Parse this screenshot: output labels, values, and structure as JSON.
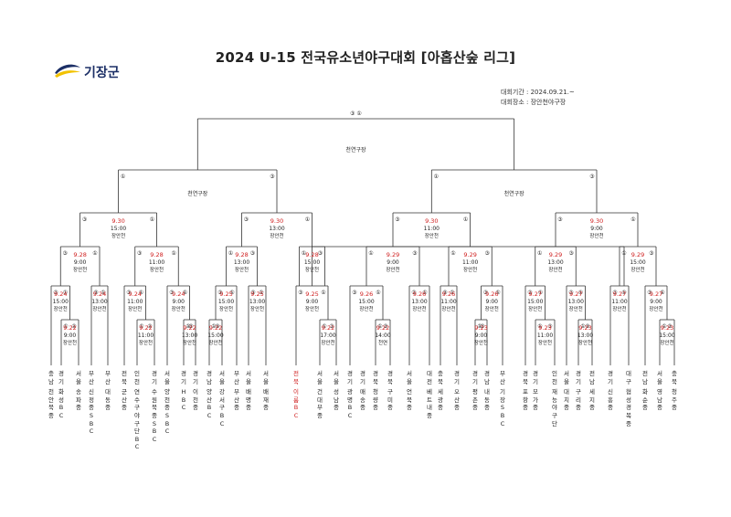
{
  "title": "2024 U-15 전국유소년야구대회 [아홉산숲 리그]",
  "logo": {
    "text": "기장군",
    "icon": "gijang-logo-icon"
  },
  "info": {
    "period": "대회기간 : 2024.09.21.~",
    "venue": "대회장소 : 장안천야구장"
  },
  "colors": {
    "date": "#d02020",
    "line": "#333333",
    "text": "#222222"
  },
  "venue_labels": {
    "final": "천연구장",
    "semi_left": "천연구장",
    "semi_right": "천연구장"
  },
  "final_marks": {
    "left": "③",
    "right": "①"
  },
  "teams": [
    {
      "region": "충남",
      "name": "천안북중",
      "red": false
    },
    {
      "region": "경기",
      "name": "화성BC",
      "red": false
    },
    {
      "region": "서울",
      "name": "송파중",
      "red": false
    },
    {
      "region": "부산",
      "name": "신정중SBC",
      "red": false
    },
    {
      "region": "부산",
      "name": "대동중",
      "red": false
    },
    {
      "region": "전북",
      "name": "군산중",
      "red": false
    },
    {
      "region": "인천",
      "name": "연수구야구단BC",
      "red": false
    },
    {
      "region": "경기",
      "name": "수원북중SBC",
      "red": false
    },
    {
      "region": "서울",
      "name": "양천중SBC",
      "red": false
    },
    {
      "region": "경기",
      "name": "HBC",
      "red": false
    },
    {
      "region": "경기",
      "name": "이천중",
      "red": false
    },
    {
      "region": "경남",
      "name": "양산BC",
      "red": false
    },
    {
      "region": "서울",
      "name": "강서구BC",
      "red": false
    },
    {
      "region": "부산",
      "name": "부산중",
      "red": false
    },
    {
      "region": "서울",
      "name": "배명중",
      "red": false
    },
    {
      "region": "서울",
      "name": "배재중",
      "red": false
    },
    {
      "region": "전북",
      "name": "이룸BC",
      "red": true
    },
    {
      "region": "서울",
      "name": "건대부중",
      "red": false
    },
    {
      "region": "서울",
      "name": "성남중",
      "red": false
    },
    {
      "region": "경기",
      "name": "광명BC",
      "red": false
    },
    {
      "region": "경기",
      "name": "매송중",
      "red": false
    },
    {
      "region": "경북",
      "name": "청량중",
      "red": false
    },
    {
      "region": "경북",
      "name": "구미중",
      "red": false
    },
    {
      "region": "서울",
      "name": "언북중",
      "red": false
    },
    {
      "region": "대전",
      "name": "베트내중",
      "red": false
    },
    {
      "region": "충북",
      "name": "세광중",
      "red": false
    },
    {
      "region": "경기",
      "name": "오산중",
      "red": false
    },
    {
      "region": "경기",
      "name": "평촌중",
      "red": false
    },
    {
      "region": "경남",
      "name": "내동중",
      "red": false
    },
    {
      "region": "부산",
      "name": "기장SBC",
      "red": false
    },
    {
      "region": "경북",
      "name": "포항중",
      "red": false
    },
    {
      "region": "경기",
      "name": "모가중",
      "red": false
    },
    {
      "region": "인천",
      "name": "재능야구단",
      "red": false
    },
    {
      "region": "서울",
      "name": "대치중",
      "red": false
    },
    {
      "region": "경기",
      "name": "구리중",
      "red": false
    },
    {
      "region": "전남",
      "name": "세지중",
      "red": false
    },
    {
      "region": "경기",
      "name": "신흥중",
      "red": false
    },
    {
      "region": "대구",
      "name": "협성경복중",
      "red": false
    },
    {
      "region": "전남",
      "name": "화순중",
      "red": false
    },
    {
      "region": "서울",
      "name": "영남중",
      "red": false
    },
    {
      "region": "충북",
      "name": "청주중",
      "red": false
    }
  ],
  "matches": [
    {
      "id": "r1a",
      "date": "9.22",
      "time": "9:00",
      "venue": "장안천",
      "marks": [
        "①",
        "②"
      ]
    },
    {
      "id": "r1b",
      "date": "9.22",
      "time": "11:00",
      "venue": "장안천",
      "marks": [
        "①",
        "②"
      ]
    },
    {
      "id": "r1c",
      "date": "9.22",
      "time": "13:00",
      "venue": "장안천",
      "marks": [
        "①",
        "③"
      ]
    },
    {
      "id": "r1d",
      "date": "9.22",
      "time": "15:00",
      "venue": "장안천",
      "marks": [
        "①",
        "③"
      ]
    },
    {
      "id": "r1e",
      "date": "9.22",
      "time": "17:00",
      "venue": "장안천",
      "marks": [
        "①",
        "③"
      ]
    },
    {
      "id": "r1f",
      "date": "9.22",
      "time": "14:00",
      "venue": "천연",
      "marks": [
        "①",
        "③"
      ]
    },
    {
      "id": "r1g",
      "date": "9.23",
      "time": "9:00",
      "venue": "장안천",
      "marks": [
        "①",
        "③"
      ]
    },
    {
      "id": "r1h",
      "date": "9.23",
      "time": "11:00",
      "venue": "장안천",
      "marks": [
        "①",
        "③"
      ]
    },
    {
      "id": "r1i",
      "date": "9.23",
      "time": "13:00",
      "venue": "장안천",
      "marks": [
        "①",
        "③"
      ]
    },
    {
      "id": "r1j",
      "date": "9.23",
      "time": "15:00",
      "venue": "장안천",
      "marks": [
        "①",
        "③"
      ]
    },
    {
      "id": "r2a",
      "date": "9.24",
      "time": "15:00",
      "venue": "장안천",
      "marks": [
        "③",
        "①"
      ]
    },
    {
      "id": "r2b",
      "date": "9.24",
      "time": "13:00",
      "venue": "장안천",
      "marks": [
        "③",
        "①"
      ]
    },
    {
      "id": "r2c",
      "date": "9.24",
      "time": "11:00",
      "venue": "장안천",
      "marks": [
        "③",
        "①"
      ]
    },
    {
      "id": "r2d",
      "date": "9.24",
      "time": "9:00",
      "venue": "장안천",
      "marks": [
        "③",
        "①"
      ]
    },
    {
      "id": "r2e",
      "date": "9.25",
      "time": "15:00",
      "venue": "장안천",
      "marks": [
        "③",
        "①"
      ]
    },
    {
      "id": "r2f",
      "date": "9.25",
      "time": "13:00",
      "venue": "장안천",
      "marks": [
        "③",
        "①"
      ]
    },
    {
      "id": "r2g",
      "date": "9.25",
      "time": "9:00",
      "venue": "장안천",
      "marks": [
        "③",
        "①"
      ]
    },
    {
      "id": "r2h",
      "date": "9.26",
      "time": "15:00",
      "venue": "장안천",
      "marks": [
        "③",
        "①"
      ]
    },
    {
      "id": "r2i",
      "date": "9.26",
      "time": "13:00",
      "venue": "장안천",
      "marks": [
        "③",
        "①"
      ]
    },
    {
      "id": "r2j",
      "date": "9.26",
      "time": "11:00",
      "venue": "장안천",
      "marks": [
        "③",
        "①"
      ]
    },
    {
      "id": "r2k",
      "date": "9.26",
      "time": "9:00",
      "venue": "장안천",
      "marks": [
        "③",
        "①"
      ]
    },
    {
      "id": "r2l",
      "date": "9.27",
      "time": "15:00",
      "venue": "장안천",
      "marks": [
        "③",
        "①"
      ]
    },
    {
      "id": "r2m",
      "date": "9.27",
      "time": "13:00",
      "venue": "장안천",
      "marks": [
        "③",
        "①"
      ]
    },
    {
      "id": "r2n",
      "date": "9.27",
      "time": "11:00",
      "venue": "장안천",
      "marks": [
        "③",
        "①"
      ]
    },
    {
      "id": "r2o",
      "date": "9.27",
      "time": "9:00",
      "venue": "장안천",
      "marks": [
        "③",
        "①"
      ]
    },
    {
      "id": "r3a",
      "date": "9.28",
      "time": "9:00",
      "venue": "장안천",
      "marks": [
        "③",
        "①"
      ]
    },
    {
      "id": "r3b",
      "date": "9.28",
      "time": "11:00",
      "venue": "장안천",
      "marks": [
        "③",
        "①"
      ]
    },
    {
      "id": "r3c",
      "date": "9.28",
      "time": "13:00",
      "venue": "장안천",
      "marks": [
        "①",
        "③"
      ]
    },
    {
      "id": "r3d",
      "date": "9.28",
      "time": "15:00",
      "venue": "장안천",
      "marks": [
        "①",
        "③"
      ]
    },
    {
      "id": "r3e",
      "date": "9.29",
      "time": "9:00",
      "venue": "장안천",
      "marks": [
        "①",
        "③"
      ]
    },
    {
      "id": "r3f",
      "date": "9.29",
      "time": "11:00",
      "venue": "장안천",
      "marks": [
        "①",
        "③"
      ]
    },
    {
      "id": "r3g",
      "date": "9.29",
      "time": "13:00",
      "venue": "장안천",
      "marks": [
        "①",
        "③"
      ]
    },
    {
      "id": "r3h",
      "date": "9.29",
      "time": "15:00",
      "venue": "장안천",
      "marks": [
        "①",
        "③"
      ]
    },
    {
      "id": "r4a",
      "date": "9.30",
      "time": "15:00",
      "venue": "장안천",
      "marks": [
        "③",
        "①"
      ]
    },
    {
      "id": "r4b",
      "date": "9.30",
      "time": "13:00",
      "venue": "장안천",
      "marks": [
        "③",
        "①"
      ]
    },
    {
      "id": "r4c",
      "date": "9.30",
      "time": "11:00",
      "venue": "장안천",
      "marks": [
        "③",
        "①"
      ]
    },
    {
      "id": "r4d",
      "date": "9.30",
      "time": "9:00",
      "venue": "장안천",
      "marks": [
        "③",
        "①"
      ]
    },
    {
      "id": "sfL",
      "date": "",
      "time": "",
      "venue": "",
      "marks": [
        "①",
        "③"
      ]
    },
    {
      "id": "sfR",
      "date": "",
      "time": "",
      "venue": "",
      "marks": [
        "①",
        "③"
      ]
    }
  ]
}
